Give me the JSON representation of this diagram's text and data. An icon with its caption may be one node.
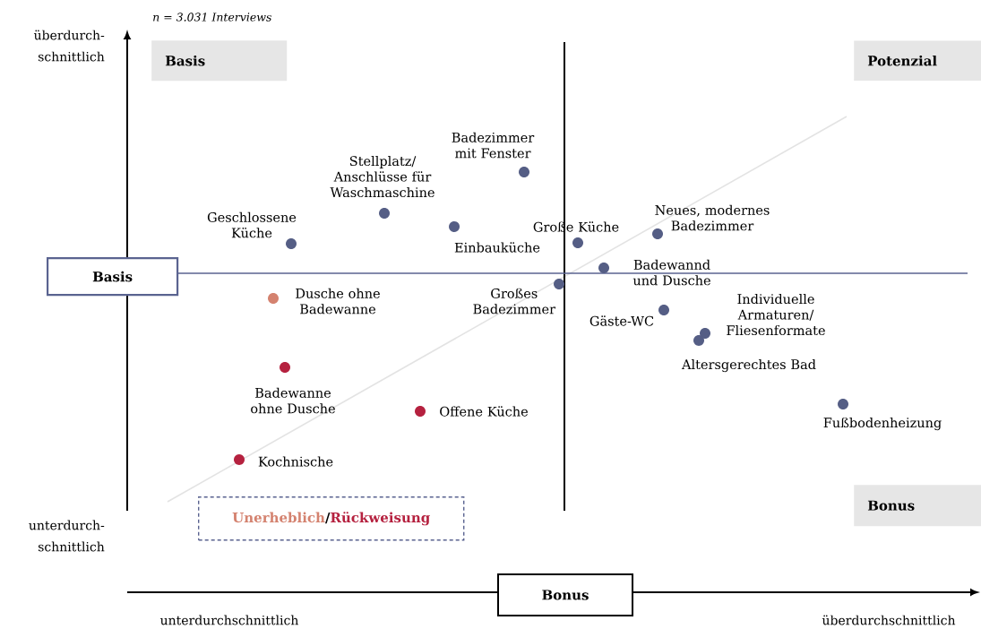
{
  "diagram": {
    "nodes": [
      {
        "text": [
          "Basis"
        ]
      },
      {
        "text": [
          "Potenzial"
        ]
      },
      {
        "text": [
          "Basis"
        ]
      },
      {
        "text": [],
        "shape": "circle",
        "beside": [
          "Badezimmer mit Fenster"
        ]
      },
      {
        "text": [],
        "shape": "circle",
        "beside": [
          "Stellplatz/ Anschlüsse für Waschmaschine"
        ]
      },
      {
        "text": [],
        "shape": "circle",
        "beside": [
          "Geschlossene Küche"
        ]
      },
      {
        "text": [],
        "shape": "circle",
        "beside": [
          "Einbauküche"
        ]
      },
      {
        "text": [],
        "shape": "circle",
        "beside": [
          "Große Küche"
        ]
      },
      {
        "text": [],
        "shape": "circle",
        "beside": [
          "Neues, modernes Badezimmer"
        ]
      },
      {
        "text": [],
        "shape": "circle",
        "beside": [
          "Badewannd und Dusche"
        ]
      },
      {
        "text": [],
        "shape": "circle",
        "beside": [
          "Großes Badezimmer"
        ]
      },
      {
        "text": [],
        "shape": "circle",
        "beside": [
          "Dusche ohne Badewanne"
        ]
      },
      {
        "text": [],
        "shape": "circle",
        "beside": [
          "Gäste-WC"
        ]
      },
      {
        "text": [],
        "shape": "circle",
        "beside": [
          "Individuelle Armaturen/ Fliesenformate"
        ]
      },
      {
        "text": [],
        "shape": "circle",
        "beside": [
          "Altersgerechtes Bad"
        ]
      },
      {
        "text": [],
        "shape": "circle",
        "beside": [
          "Badewanne ohne Dusche"
        ]
      },
      {
        "text": [],
        "shape": "circle",
        "beside": [
          "Offene Küche"
        ]
      },
      {
        "text": [],
        "shape": "circle",
        "beside": [
          "Fußbodenheizung"
        ]
      },
      {
        "text": [],
        "shape": "circle",
        "beside": [
          "Kochnische"
        ]
      },
      {
        "text": [
          "Bonus"
        ]
      },
      {
        "text": [
          "Bonus"
        ]
      }
    ],
    "edges": [],
    "labels": [
      "n = 3.031 Interviews",
      "überdurch- schnittlich",
      "unterdurch- schnittlich",
      "/",
      "unterdurchschnittlich",
      "überdurchschnittlich"
    ],
    "legend": [
      {
        "text": "Unerheblich",
        "color": "#d4826f"
      },
      {
        "text": "Rückweisung",
        "color": "#b5213f"
      }
    ]
  }
}
